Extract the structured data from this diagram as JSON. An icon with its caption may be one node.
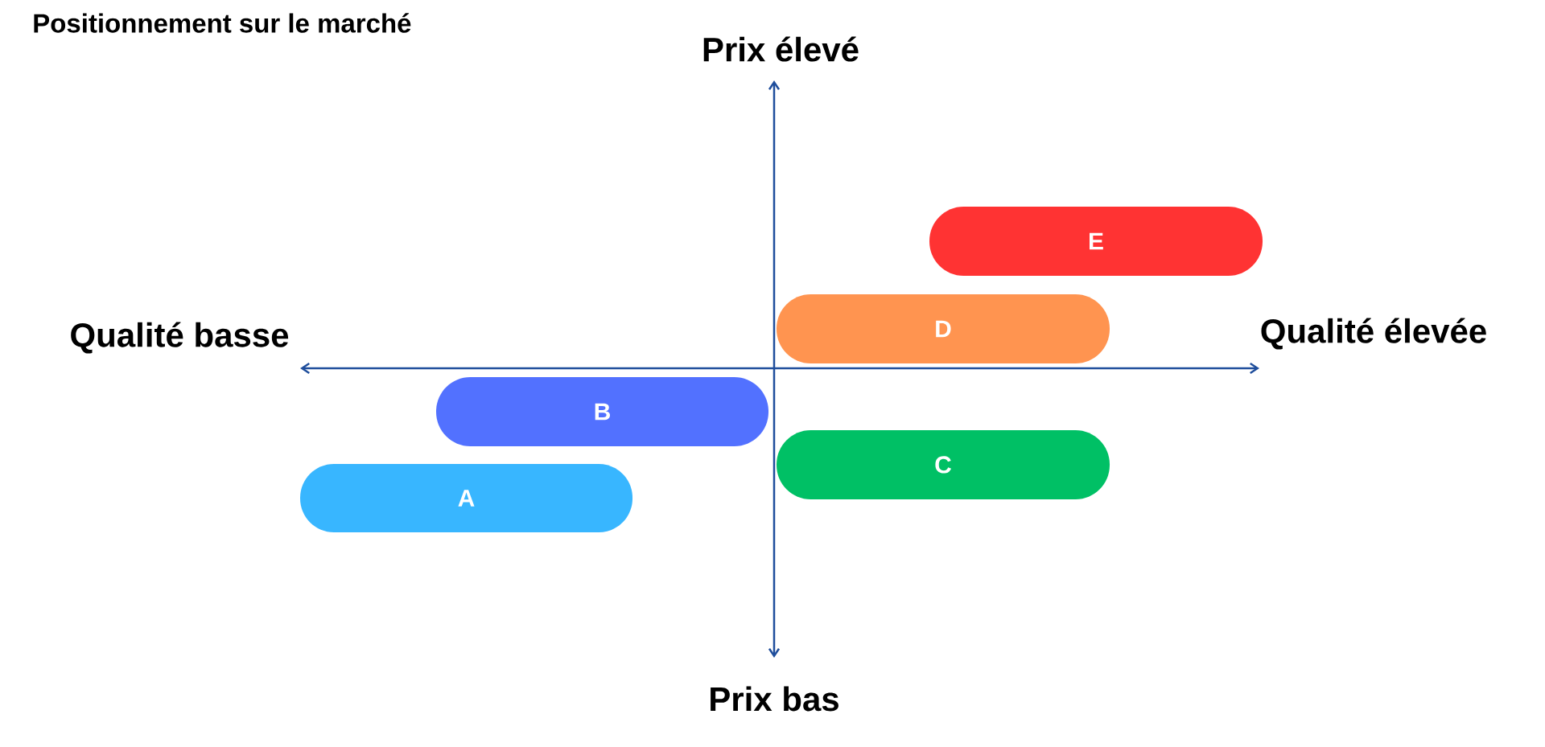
{
  "diagram": {
    "title": "Positionnement sur le marché",
    "nodes": [
      {
        "text": [
          "E"
        ]
      },
      {
        "text": [
          "D"
        ]
      },
      {
        "text": [
          "B"
        ]
      },
      {
        "text": [
          "C"
        ]
      },
      {
        "text": [
          "A"
        ]
      }
    ],
    "labels": [
      "Prix élevé",
      "Qualité basse",
      "Qualité élevée",
      "Prix bas"
    ]
  }
}
